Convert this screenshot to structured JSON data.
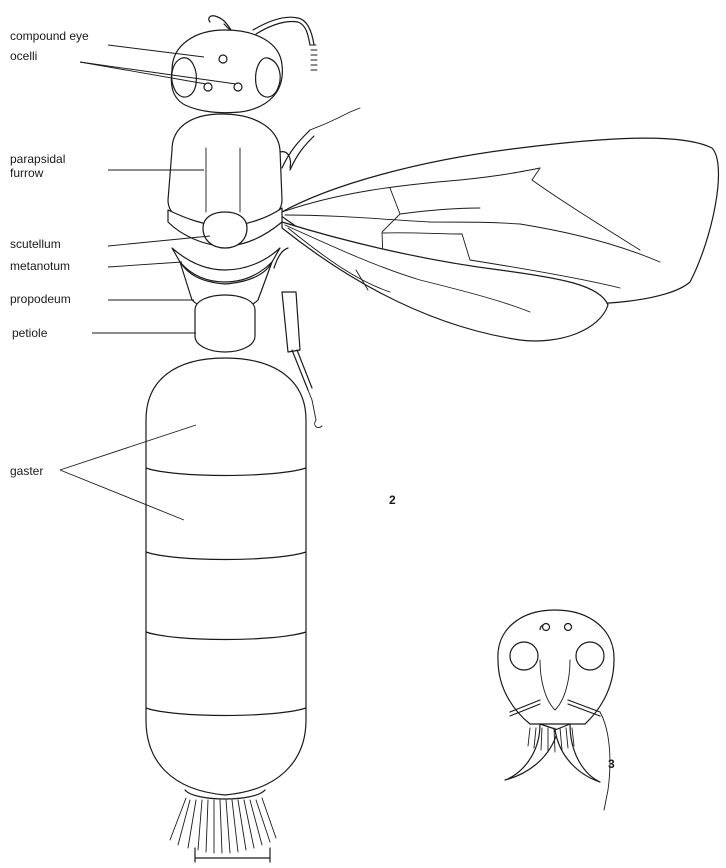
{
  "labels": {
    "compound_eye": "compound eye",
    "ocelli": "ocelli",
    "parapsidal_1": "parapsidal",
    "parapsidal_2": "furrow",
    "scutellum": "scutellum",
    "metanotum": "metanotum",
    "propodeum": "propodeum",
    "petiole": "petiole",
    "gaster": "gaster"
  },
  "figure_numbers": {
    "fig2": "2",
    "fig3": "3"
  },
  "colors": {
    "ink": "#1a1a1a",
    "paper": "#ffffff"
  }
}
